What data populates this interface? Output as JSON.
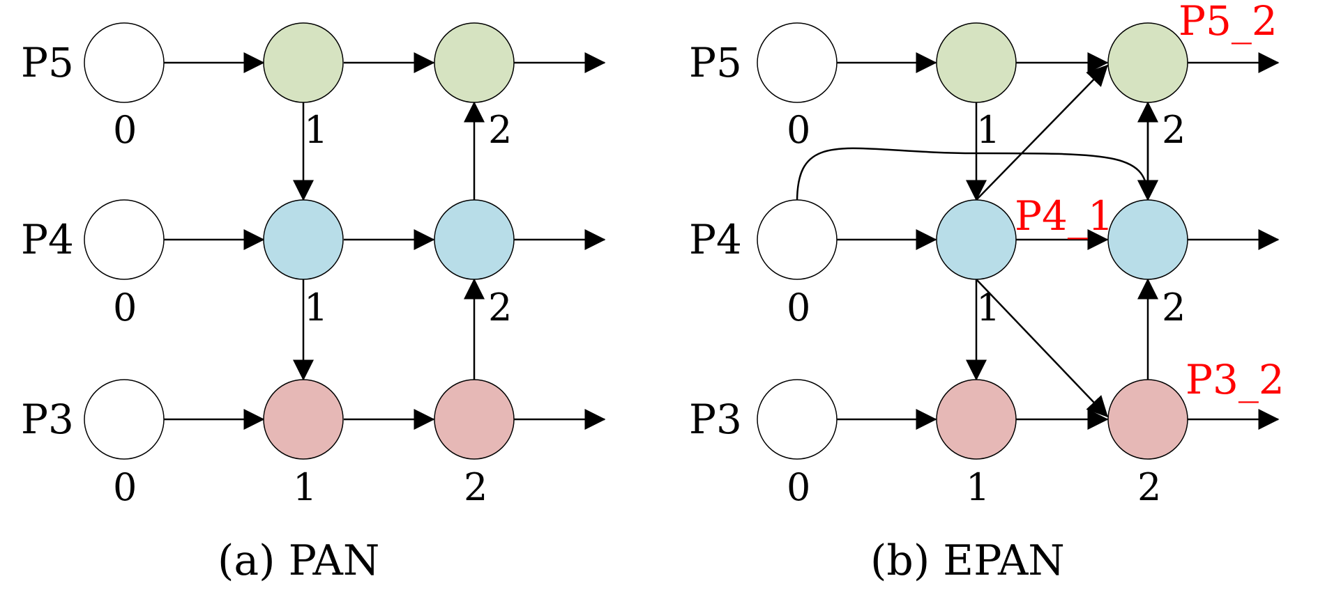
{
  "colors": {
    "node_level0": "#ffffff",
    "node_p5": "#d6e3c1",
    "node_p4": "#b8dde8",
    "node_p3": "#e6b8b6",
    "annotation": "#ff0000"
  },
  "panels": [
    {
      "id": "a",
      "caption": "(a) PAN",
      "rows": [
        {
          "label": "P5",
          "col_labels": [
            "0",
            "1",
            "2"
          ]
        },
        {
          "label": "P4",
          "col_labels": [
            "0",
            "1",
            "2"
          ]
        },
        {
          "label": "P3",
          "col_labels": [
            "0",
            "1",
            "2"
          ]
        }
      ]
    },
    {
      "id": "b",
      "caption": "(b) EPAN",
      "rows": [
        {
          "label": "P5",
          "col_labels": [
            "0",
            "1",
            "2"
          ]
        },
        {
          "label": "P4",
          "col_labels": [
            "0",
            "1",
            "2"
          ]
        },
        {
          "label": "P3",
          "col_labels": [
            "0",
            "1",
            "2"
          ]
        }
      ],
      "annotations": [
        "P5_2",
        "P4_1",
        "P3_2"
      ]
    }
  ]
}
